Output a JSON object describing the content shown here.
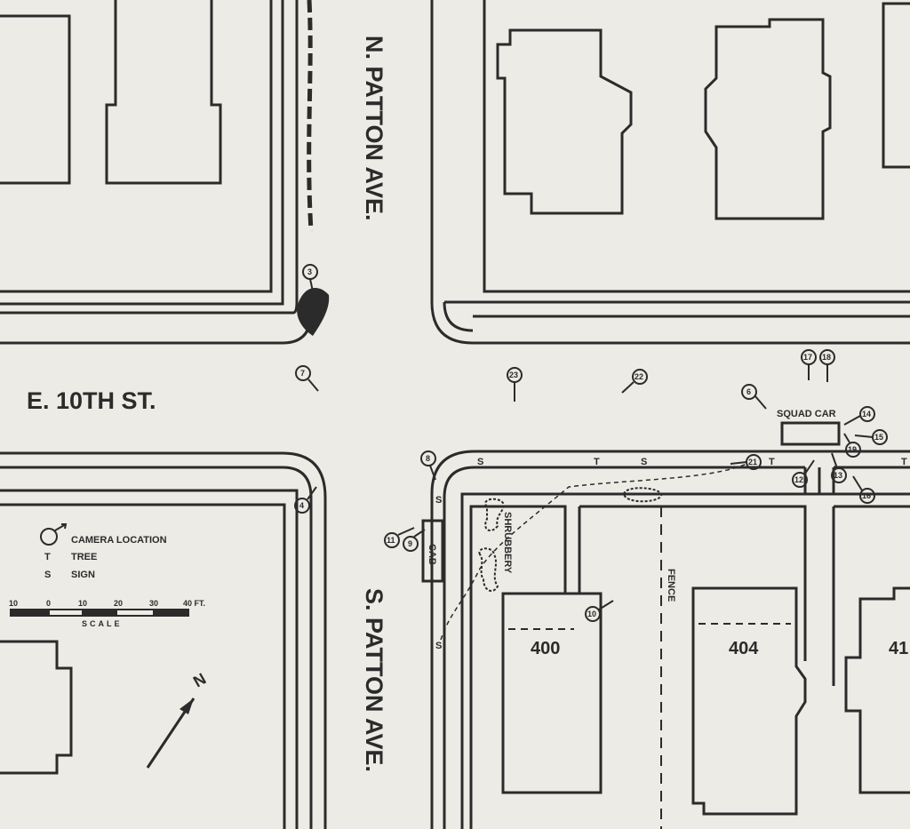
{
  "streets": {
    "north": "N. PATTON AVE.",
    "south": "S. PATTON AVE.",
    "cross": "E. 10TH ST."
  },
  "buildings": [
    {
      "id": "b400",
      "number": "400"
    },
    {
      "id": "b404",
      "number": "404"
    },
    {
      "id": "b41x",
      "number": "41"
    }
  ],
  "labels": {
    "squad_car": "SQUAD CAR",
    "cab": "CAB",
    "shrubbery": "SHRUBBERY",
    "fence": "FENCE"
  },
  "legend": {
    "camera": "CAMERA LOCATION",
    "tree_sym": "T",
    "tree": "TREE",
    "sign_sym": "S",
    "sign": "SIGN"
  },
  "scale": {
    "ticks": [
      "10",
      "0",
      "10",
      "20",
      "30",
      "40 FT."
    ],
    "label": "SCALE"
  },
  "north_arrow": "N",
  "cameras": [
    "3",
    "4",
    "6",
    "7",
    "8",
    "9",
    "10",
    "11",
    "12",
    "13",
    "14",
    "15",
    "16",
    "17",
    "18",
    "19",
    "21",
    "22",
    "23"
  ],
  "markers": {
    "tree": "T",
    "sign": "S",
    "hook": "S"
  }
}
